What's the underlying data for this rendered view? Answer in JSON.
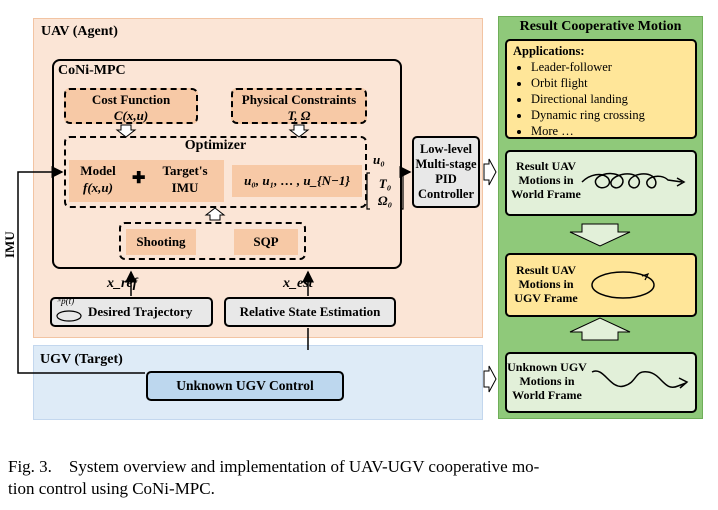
{
  "uav": {
    "title": "UAV (Agent)",
    "mpc_title": "CoNi-MPC",
    "cost_function": {
      "label": "Cost Function",
      "math": "C(x,u)"
    },
    "physical_constraints": {
      "label": "Physical Constraints",
      "math": "T, Ω"
    },
    "optimizer": {
      "title": "Optimizer",
      "model_label": "Model",
      "model_math": "f(x,u)",
      "plus": "✚",
      "target_imu_line1": "Target's",
      "target_imu_line2": "IMU",
      "controls_math": "u₀, u₁, … , u_{N−1}"
    },
    "output_u0": "u₀",
    "output_T0": "T₀",
    "output_Omega0": "Ω₀",
    "shooting": "Shooting",
    "sqp": "SQP",
    "x_ref": "x_ref",
    "x_est": "x_est",
    "desired_trajectory": {
      "label": "Desired Trajectory",
      "math": "ᴺp(t)"
    },
    "relative_state_estimation": "Relative State Estimation",
    "low_level_controller": [
      "Low-level",
      "Multi-stage",
      "PID",
      "Controller"
    ]
  },
  "imu_side_label": "IMU",
  "ugv": {
    "title": "UGV (Target)",
    "control": "Unknown UGV Control"
  },
  "result": {
    "title": "Result Cooperative Motion",
    "applications_title": "Applications:",
    "applications": [
      "Leader-follower",
      "Orbit flight",
      "Directional landing",
      "Dynamic ring crossing",
      "More …"
    ],
    "uav_world": [
      "Result UAV",
      "Motions in",
      "World Frame"
    ],
    "uav_ugv": [
      "Result UAV",
      "Motions in",
      "UGV Frame"
    ],
    "ugv_world": [
      "Unknown UGV",
      "Motions in",
      "World Frame"
    ]
  },
  "caption": {
    "line1": "Fig. 3.    System overview and implementation of UAV-UGV cooperative mo-",
    "line2": "tion control using CoNi-MPC."
  }
}
